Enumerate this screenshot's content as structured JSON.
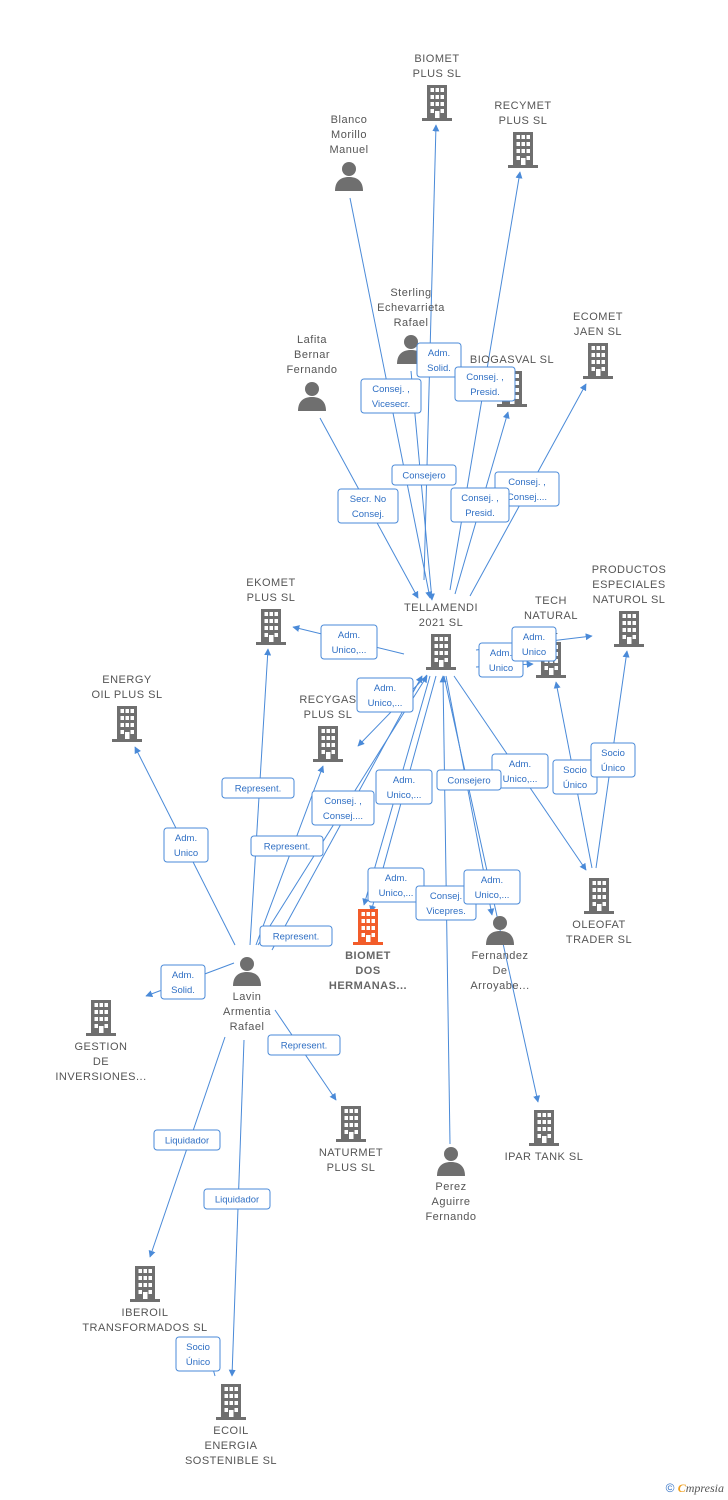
{
  "colors": {
    "edge": "#4a8ad8",
    "icon": "#6f6f6f",
    "focus": "#f25c2a"
  },
  "nodes": [
    {
      "id": "biomet_plus",
      "type": "company",
      "label": [
        "BIOMET",
        "PLUS  SL"
      ]
    },
    {
      "id": "recymet_plus",
      "type": "company",
      "label": [
        "RECYMET",
        "PLUS  SL"
      ]
    },
    {
      "id": "blanco",
      "type": "person",
      "label": [
        "Blanco",
        "Morillo",
        "Manuel"
      ]
    },
    {
      "id": "sterling",
      "type": "person",
      "label": [
        "Sterling",
        "Echevarrieta",
        "Rafael"
      ]
    },
    {
      "id": "ecomet_jaen",
      "type": "company",
      "label": [
        "ECOMET",
        "JAEN  SL"
      ]
    },
    {
      "id": "lafita",
      "type": "person",
      "label": [
        "Lafita",
        "Bernar",
        "Fernando"
      ]
    },
    {
      "id": "biogasval",
      "type": "company",
      "label": [
        "BIOGASVAL  SL"
      ]
    },
    {
      "id": "tellamendi",
      "type": "company",
      "label": [
        "TELLAMENDI",
        "2021  SL"
      ]
    },
    {
      "id": "ekomet_plus",
      "type": "company",
      "label": [
        "EKOMET",
        "PLUS  SL"
      ]
    },
    {
      "id": "tech_natural",
      "type": "company",
      "label": [
        "TECH",
        "NATURAL",
        "SL"
      ]
    },
    {
      "id": "productos",
      "type": "company",
      "label": [
        "PRODUCTOS",
        "ESPECIALES",
        "NATUROL  SL"
      ]
    },
    {
      "id": "energy_oil",
      "type": "company",
      "label": [
        "ENERGY",
        "OIL PLUS  SL"
      ]
    },
    {
      "id": "recygas_plus",
      "type": "company",
      "label": [
        "RECYGAS",
        "PLUS  SL"
      ]
    },
    {
      "id": "oleofat",
      "type": "company",
      "label": [
        "OLEOFAT",
        "TRADER  SL"
      ]
    },
    {
      "id": "biomet_dos",
      "type": "focus",
      "label": [
        "BIOMET",
        "DOS",
        "HERMANAS..."
      ]
    },
    {
      "id": "fernandez",
      "type": "person",
      "label": [
        "Fernandez",
        "De",
        "Arroyabe..."
      ]
    },
    {
      "id": "lavin",
      "type": "person",
      "label": [
        "Lavin",
        "Armentia",
        "Rafael"
      ]
    },
    {
      "id": "gestion",
      "type": "company",
      "label": [
        "GESTION",
        "DE",
        "INVERSIONES..."
      ]
    },
    {
      "id": "naturmet",
      "type": "company",
      "label": [
        "NATURMET",
        "PLUS  SL"
      ]
    },
    {
      "id": "ipar_tank",
      "type": "company",
      "label": [
        "IPAR TANK  SL"
      ]
    },
    {
      "id": "perez",
      "type": "person",
      "label": [
        "Perez",
        "Aguirre",
        "Fernando"
      ]
    },
    {
      "id": "iberoil",
      "type": "company",
      "label": [
        "IBEROIL",
        "TRANSFORMADOS SL"
      ]
    },
    {
      "id": "ecoil",
      "type": "company",
      "label": [
        "ECOIL",
        "ENERGIA",
        "SOSTENIBLE SL"
      ]
    }
  ],
  "edges": [
    {
      "label": [
        "Adm.",
        "Solid."
      ]
    },
    {
      "label": [
        "Consej. ,",
        "Presid."
      ]
    },
    {
      "label": [
        "Consej. ,",
        "Vicesecr."
      ]
    },
    {
      "label": [
        "Consejero"
      ]
    },
    {
      "label": [
        "Consej. ,",
        "Consej...."
      ]
    },
    {
      "label": [
        "Consej. ,",
        "Presid."
      ]
    },
    {
      "label": [
        "Secr.  No",
        "Consej."
      ]
    },
    {
      "label": [
        "Adm.",
        "Unico,..."
      ]
    },
    {
      "label": [
        "Adm.",
        "Unico"
      ]
    },
    {
      "label": [
        "Adm.",
        "Unico"
      ]
    },
    {
      "label": [
        "Adm.",
        "Unico,..."
      ]
    },
    {
      "label": [
        "Socio",
        "Único"
      ]
    },
    {
      "label": [
        "Socio",
        "Único"
      ]
    },
    {
      "label": [
        "Represent."
      ]
    },
    {
      "label": [
        "Adm.",
        "Unico"
      ]
    },
    {
      "label": [
        "Adm.",
        "Unico,..."
      ]
    },
    {
      "label": [
        "Consejero"
      ]
    },
    {
      "label": [
        "Adm.",
        "Unico,..."
      ]
    },
    {
      "label": [
        "Consej. ,",
        "Consej...."
      ]
    },
    {
      "label": [
        "Represent."
      ]
    },
    {
      "label": [
        "Adm.",
        "Unico,..."
      ]
    },
    {
      "label": [
        "Consej.",
        "Vicepres."
      ]
    },
    {
      "label": [
        "Adm.",
        "Unico,..."
      ]
    },
    {
      "label": [
        "Represent."
      ]
    },
    {
      "label": [
        "Adm.",
        "Solid."
      ]
    },
    {
      "label": [
        "Represent."
      ]
    },
    {
      "label": [
        "Liquidador"
      ]
    },
    {
      "label": [
        "Liquidador"
      ]
    },
    {
      "label": [
        "Socio",
        "Único"
      ]
    }
  ],
  "footer": {
    "copyright": "©",
    "brand_first": "C",
    "brand_rest": "mpresia"
  }
}
